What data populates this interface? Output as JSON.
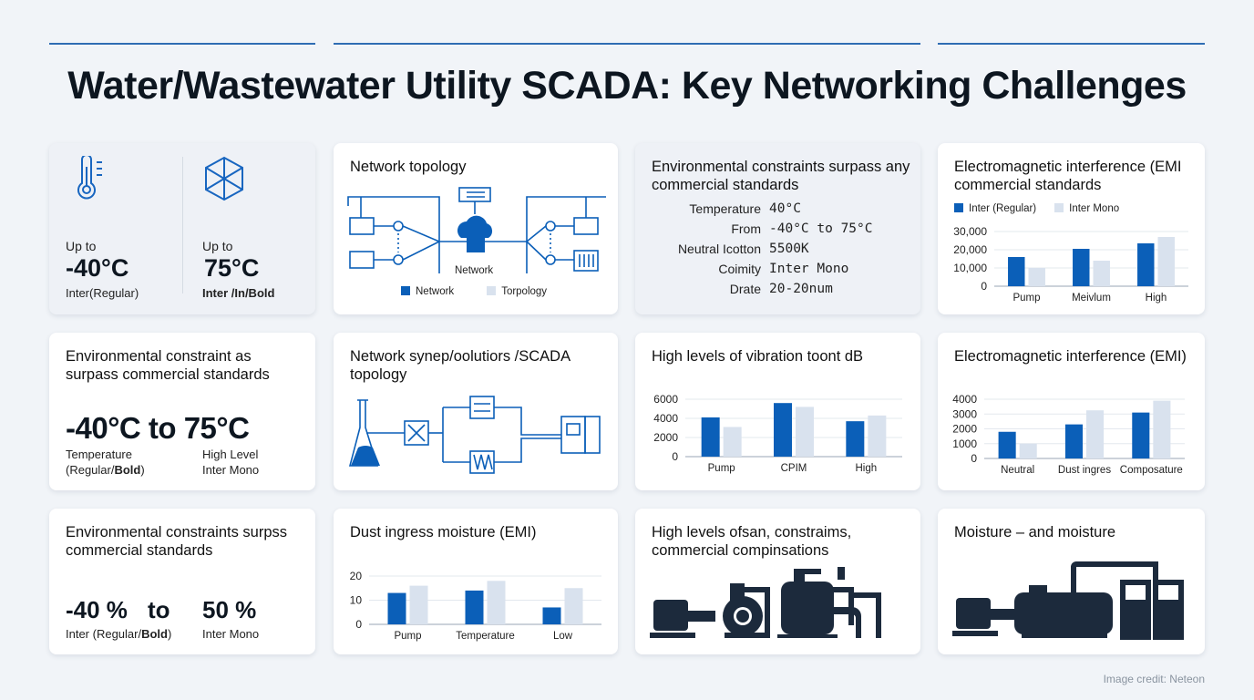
{
  "title": "Water/Wastewater Utility SCADA: Key Networking Challenges",
  "colors": {
    "accent": "#0b5fb8",
    "secondary": "#d9e2ee",
    "dark": "#1c2a3c"
  },
  "cards": {
    "temp": {
      "left_label": "Up to",
      "left_value": "-40°C",
      "left_note": "Inter(Regular)",
      "right_label": "Up to",
      "right_value": "75°C",
      "right_note": "Inter /In/Bold",
      "icons": [
        "thermometer-icon",
        "cube-icon"
      ]
    },
    "topology": {
      "title": "Network topology",
      "center_label": "Network",
      "legend": [
        "Network",
        "Torpology"
      ]
    },
    "env_table": {
      "title": "Environmental constraints surpass any commercial standards",
      "rows": [
        {
          "k": "Temperature",
          "v": "40°C"
        },
        {
          "k": "From",
          "v": "-40°C to 75°C"
        },
        {
          "k": "Neutral Icotton",
          "v": "5500K"
        },
        {
          "k": "Coimity",
          "v": "Inter Mono"
        },
        {
          "k": "Drate",
          "v": "20-20num"
        }
      ]
    },
    "emi_std": {
      "title": "Electromagnetic interference (EMI commercial standards"
    },
    "env_range": {
      "title": "Environmental constraint as surpass commercial standards",
      "value": "-40°C to 75°C",
      "note1a": "Temperature",
      "note1b": "(Regular/",
      "note1c": "Bold",
      "note1d": ")",
      "note2a": "High Level",
      "note2b": "Inter Mono"
    },
    "scada": {
      "title": "Network synep/oolutiors /SCADA topology"
    },
    "vibration": {
      "title": "High levels of vibration toont dB"
    },
    "emi": {
      "title": "Electromagnetic interference (EMI)"
    },
    "humidity": {
      "title": "Environmental constraints surpss commercial standards",
      "v1": "-40 %",
      "to": "to",
      "v2": "50 %",
      "note1a": "Inter (Regular/",
      "note1b": "Bold",
      "note1c": ")",
      "note2": "Inter Mono"
    },
    "dust": {
      "title": "Dust ingress moisture (EMI)"
    },
    "pumps": {
      "title": "High levels ofsan, constraims, commercial compinsations"
    },
    "moisture": {
      "title": "Moisture – and moisture"
    }
  },
  "chart_data": [
    {
      "id": "emi_std",
      "type": "bar",
      "title": "Electromagnetic interference (EMI commercial standards",
      "categories": [
        "Pump",
        "Meivlum",
        "High"
      ],
      "series": [
        {
          "name": "Inter (Regular)",
          "values": [
            16000,
            20500,
            23500
          ]
        },
        {
          "name": "Inter Mono",
          "values": [
            10000,
            14000,
            27000
          ]
        }
      ],
      "ylim": [
        0,
        30000
      ],
      "yticks": [
        "0",
        "10,000",
        "20,000",
        "30,000"
      ],
      "tickvals": [
        0,
        10000,
        20000,
        30000
      ],
      "legend": "top-left",
      "grid": true
    },
    {
      "id": "vibration",
      "type": "bar",
      "title": "High levels of vibration toont dB",
      "categories": [
        "Pump",
        "CPIM",
        "High"
      ],
      "series": [
        {
          "values": [
            4100,
            5600,
            3700
          ]
        },
        {
          "values": [
            3100,
            5200,
            4300
          ]
        }
      ],
      "ylim": [
        0,
        6000
      ],
      "yticks": [
        "0",
        "2000",
        "4000",
        "6000"
      ],
      "tickvals": [
        0,
        2000,
        4000,
        6000
      ],
      "grid": true
    },
    {
      "id": "emi",
      "type": "bar",
      "title": "Electromagnetic interference (EMI)",
      "categories": [
        "Neutral",
        "Dust ingres",
        "Composature"
      ],
      "series": [
        {
          "values": [
            1800,
            2300,
            3100
          ]
        },
        {
          "values": [
            1000,
            3250,
            3900
          ]
        }
      ],
      "ylim": [
        0,
        4000
      ],
      "yticks": [
        "0",
        "1000",
        "2000",
        "3000",
        "4000"
      ],
      "tickvals": [
        0,
        1000,
        2000,
        3000,
        4000
      ],
      "grid": true
    },
    {
      "id": "dust",
      "type": "bar",
      "title": "Dust ingress moisture (EMI)",
      "categories": [
        "Pump",
        "Temperature",
        "Low"
      ],
      "series": [
        {
          "values": [
            13,
            14,
            7
          ]
        },
        {
          "values": [
            16,
            18,
            15
          ]
        }
      ],
      "ylim": [
        0,
        20
      ],
      "yticks": [
        "0",
        "10",
        "20"
      ],
      "tickvals": [
        0,
        10,
        20
      ],
      "grid": true
    }
  ],
  "credit": "Image credit: Neteon"
}
